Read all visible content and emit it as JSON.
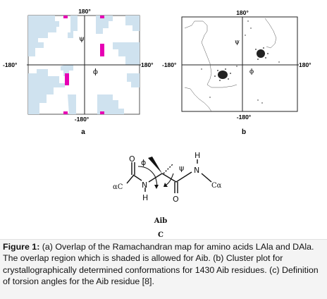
{
  "panel_a": {
    "top_label": "180°",
    "bottom_label": "-180°",
    "left_label": "-180°",
    "right_label": "180°",
    "psi": "ψ",
    "phi": "ϕ",
    "letter": "a",
    "colors": {
      "allowed": "#cfe2ef",
      "overlap": "#e600b4",
      "frame": "#333333"
    }
  },
  "panel_b": {
    "top_label": "180°",
    "bottom_label": "-180°",
    "left_label": "-180°",
    "right_label": "180°",
    "psi": "ψ",
    "phi": "ϕ",
    "letter": "b"
  },
  "panel_c": {
    "phi": "ϕ",
    "psi": "ψ",
    "h_top": "H",
    "n_right": "N",
    "ca_right": "Cα",
    "ca_left": "αC",
    "n_left": "N",
    "h_bottom": "H",
    "o_left": "O",
    "o_right": "O",
    "name": "Aib",
    "letter": "C"
  },
  "caption": {
    "label": "Figure 1:",
    "text": " (a) Overlap of the Ramachandran map for amino acids LAla and DAla. The overlap region which is shaded is allowed for Aib. (b) Cluster plot for crystallographically determined conformations for 1430 Aib residues. (c) Definition of torsion angles for the Aib residue [8]."
  }
}
